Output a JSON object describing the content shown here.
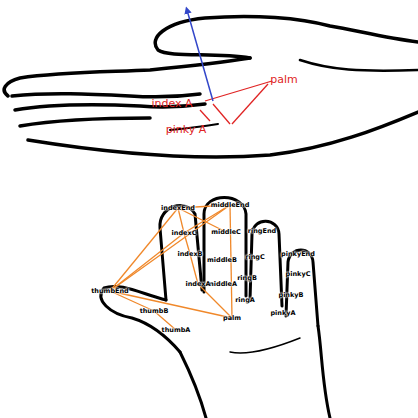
{
  "diagram": {
    "labels": [
      "palm",
      "index A",
      "pinky A",
      "middleEnd",
      "indexEnd",
      "ringEnd",
      "middleC",
      "indexC",
      "ringC",
      "pinkyEnd",
      "indexB",
      "middleB",
      "ringB",
      "pinkyC",
      "middleA",
      "indexA",
      "thumbEnd",
      "ringA",
      "pinkyB",
      "thumbB",
      "pinkyA",
      "palm",
      "thumbA"
    ]
  }
}
